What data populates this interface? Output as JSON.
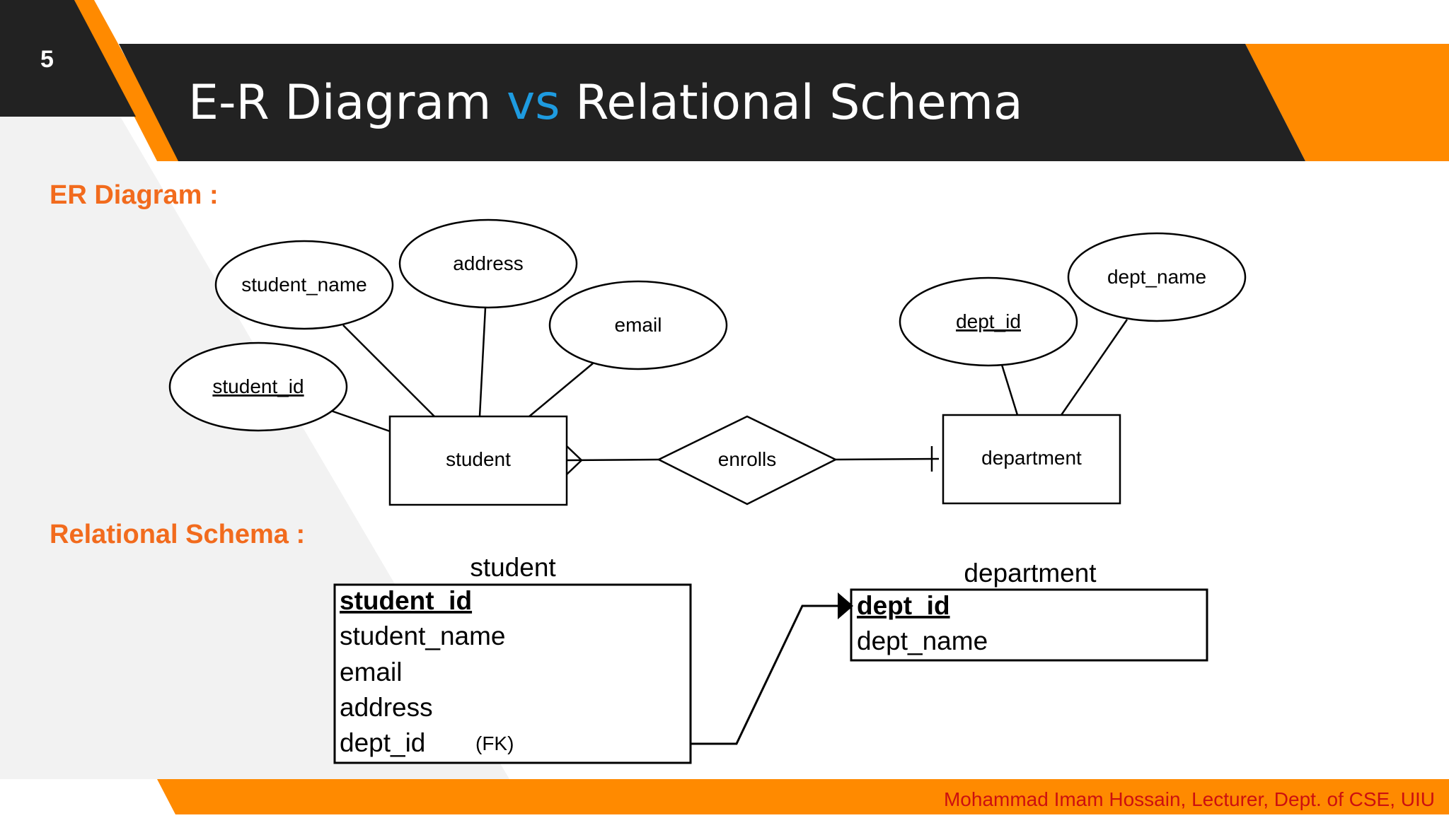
{
  "slide": {
    "number": "5",
    "title_part1": "E-R Diagram ",
    "title_vs": "vs",
    "title_part2": " Relational Schema",
    "footer": "Mohammad Imam Hossain, Lecturer, Dept. of CSE, UIU"
  },
  "colors": {
    "dark_band": "#222222",
    "accent_orange": "#FF8A00",
    "light_gray": "#F2F2F2",
    "title_white": "#FFFFFF",
    "vs_blue": "#1E9BE0",
    "heading_orange": "#F26B1D",
    "footer_red": "#CC1010"
  },
  "er_section": {
    "heading": "ER Diagram :",
    "attributes": [
      "student_name",
      "address",
      "email",
      "student_id",
      "dept_id",
      "dept_name"
    ],
    "entities": [
      "student",
      "department"
    ],
    "relationship": "enrolls"
  },
  "schema_section": {
    "heading": "Relational Schema :",
    "student_table": {
      "name": "student",
      "pk": "student_id",
      "rows": [
        "student_name",
        "email",
        "address",
        "dept_id"
      ],
      "fk_label": "(FK)"
    },
    "department_table": {
      "name": "department",
      "pk": "dept_id",
      "rows": [
        "dept_name"
      ]
    }
  }
}
